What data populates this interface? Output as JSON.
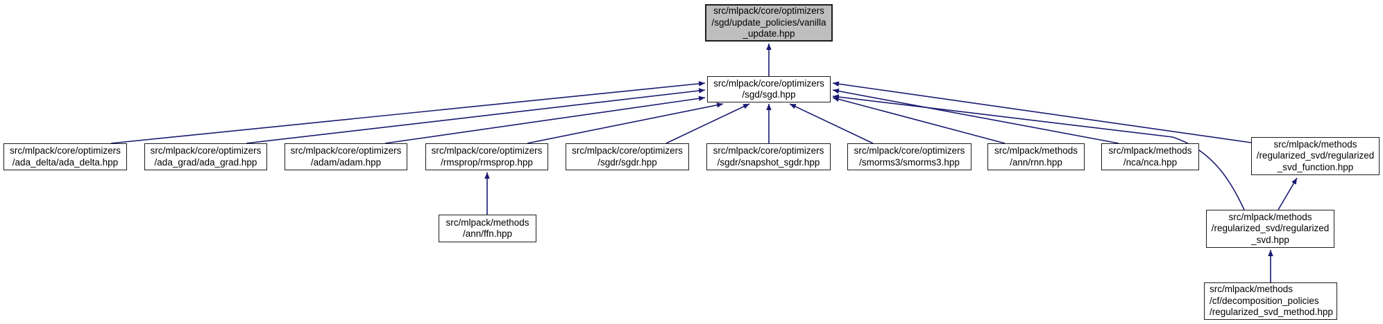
{
  "diagram": {
    "kind": "include-dependency-graph",
    "colors": {
      "edge": "#191970",
      "node_fill": "#ffffff",
      "current_node_fill": "#bebebe",
      "node_border": "#1c1c1c",
      "background": "#ffffff"
    },
    "nodes": [
      {
        "id": "vanilla_update",
        "current": true,
        "label": [
          "src/mlpack/core/optimizers",
          "/sgd/update_policies/vanilla",
          "_update.hpp"
        ]
      },
      {
        "id": "sgd",
        "current": false,
        "label": [
          "src/mlpack/core/optimizers",
          "/sgd/sgd.hpp"
        ]
      },
      {
        "id": "ada_delta",
        "current": false,
        "label": [
          "src/mlpack/core/optimizers",
          "/ada_delta/ada_delta.hpp"
        ]
      },
      {
        "id": "ada_grad",
        "current": false,
        "label": [
          "src/mlpack/core/optimizers",
          "/ada_grad/ada_grad.hpp"
        ]
      },
      {
        "id": "adam",
        "current": false,
        "label": [
          "src/mlpack/core/optimizers",
          "/adam/adam.hpp"
        ]
      },
      {
        "id": "rmsprop",
        "current": false,
        "label": [
          "src/mlpack/core/optimizers",
          "/rmsprop/rmsprop.hpp"
        ]
      },
      {
        "id": "sgdr",
        "current": false,
        "label": [
          "src/mlpack/core/optimizers",
          "/sgdr/sgdr.hpp"
        ]
      },
      {
        "id": "snapshot_sgdr",
        "current": false,
        "label": [
          "src/mlpack/core/optimizers",
          "/sgdr/snapshot_sgdr.hpp"
        ]
      },
      {
        "id": "smorms3",
        "current": false,
        "label": [
          "src/mlpack/core/optimizers",
          "/smorms3/smorms3.hpp"
        ]
      },
      {
        "id": "rnn",
        "current": false,
        "label": [
          "src/mlpack/methods",
          "/ann/rnn.hpp"
        ]
      },
      {
        "id": "nca",
        "current": false,
        "label": [
          "src/mlpack/methods",
          "/nca/nca.hpp"
        ]
      },
      {
        "id": "reg_svd_function",
        "current": false,
        "label": [
          "src/mlpack/methods",
          "/regularized_svd/regularized",
          "_svd_function.hpp"
        ]
      },
      {
        "id": "ffn",
        "current": false,
        "label": [
          "src/mlpack/methods",
          "/ann/ffn.hpp"
        ]
      },
      {
        "id": "reg_svd",
        "current": false,
        "label": [
          "src/mlpack/methods",
          "/regularized_svd/regularized",
          "_svd.hpp"
        ]
      },
      {
        "id": "reg_svd_method",
        "current": false,
        "label": [
          "src/mlpack/methods",
          "/cf/decomposition_policies",
          "/regularized_svd_method.hpp"
        ]
      }
    ],
    "edges": [
      {
        "from": "sgd",
        "to": "vanilla_update"
      },
      {
        "from": "ada_delta",
        "to": "sgd"
      },
      {
        "from": "ada_grad",
        "to": "sgd"
      },
      {
        "from": "adam",
        "to": "sgd"
      },
      {
        "from": "rmsprop",
        "to": "sgd"
      },
      {
        "from": "sgdr",
        "to": "sgd"
      },
      {
        "from": "snapshot_sgdr",
        "to": "sgd"
      },
      {
        "from": "smorms3",
        "to": "sgd"
      },
      {
        "from": "rnn",
        "to": "sgd"
      },
      {
        "from": "nca",
        "to": "sgd"
      },
      {
        "from": "reg_svd_function",
        "to": "sgd"
      },
      {
        "from": "reg_svd",
        "to": "sgd"
      },
      {
        "from": "reg_svd",
        "to": "reg_svd_function"
      },
      {
        "from": "ffn",
        "to": "rmsprop"
      },
      {
        "from": "reg_svd_method",
        "to": "reg_svd"
      }
    ]
  }
}
